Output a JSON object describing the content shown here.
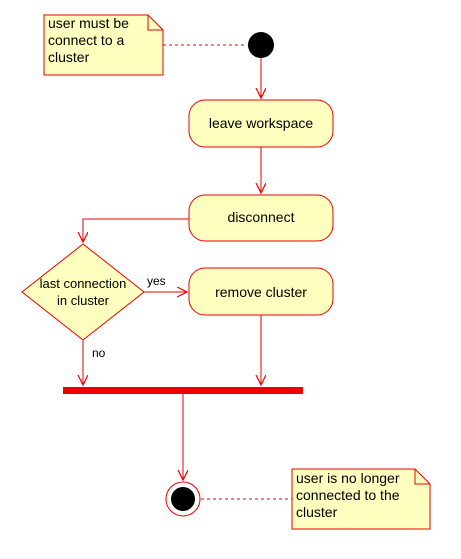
{
  "notes": {
    "start": [
      "user must be",
      "connect to a",
      "cluster"
    ],
    "end": [
      "user is no longer",
      "connected to the",
      "cluster"
    ]
  },
  "activities": {
    "leave": "leave workspace",
    "disconnect": "disconnect",
    "remove": "remove cluster"
  },
  "decision": {
    "label": [
      "last connection",
      "in cluster"
    ],
    "yes": "yes",
    "no": "no"
  },
  "colors": {
    "stroke": "#ee0000",
    "fill": "#ffffc0",
    "node": "#000000"
  }
}
